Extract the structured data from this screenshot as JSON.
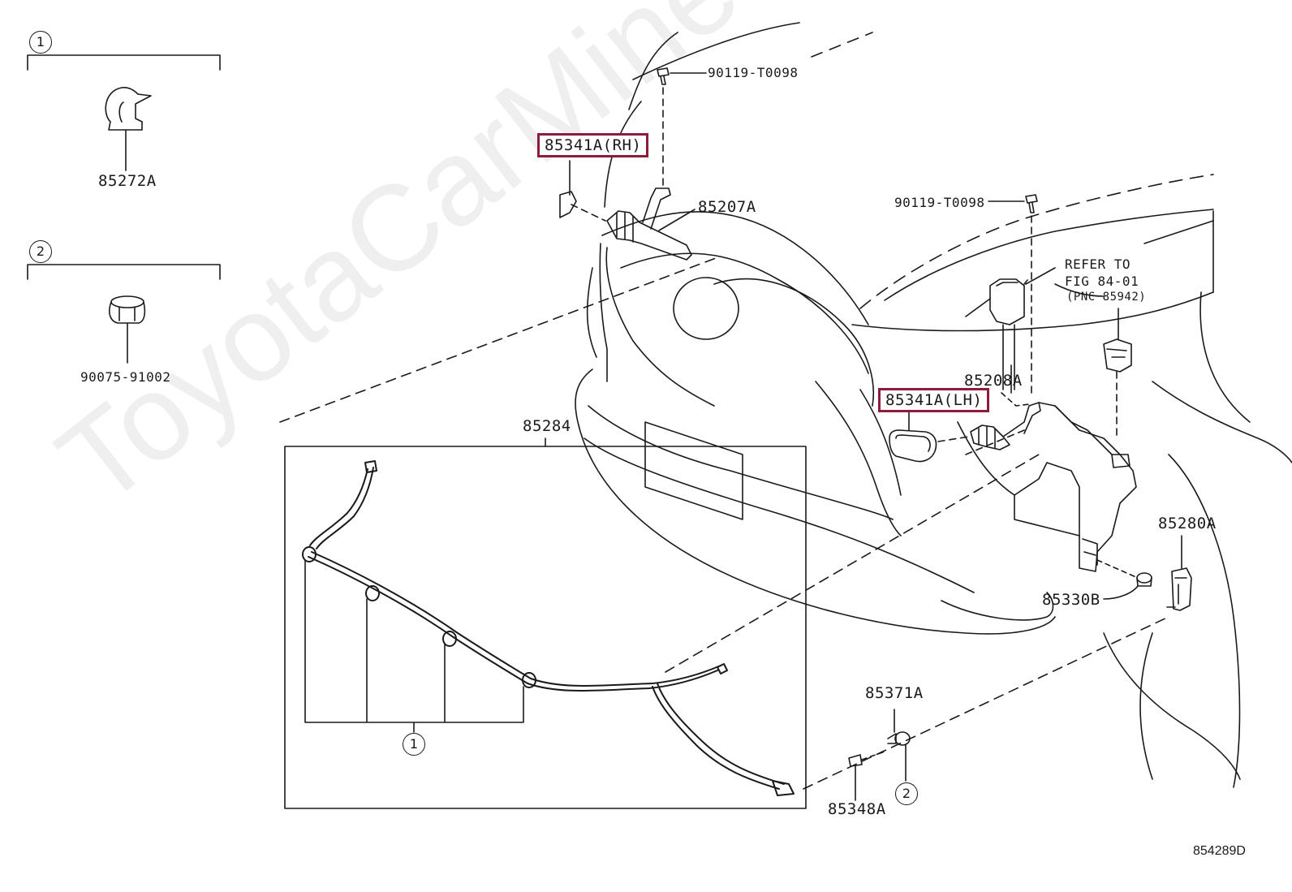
{
  "watermark": "ToyotaCarMine.ru",
  "diagram_code": "854289D",
  "accent_color": "#8c1c3a",
  "legend": {
    "group1": {
      "number": "1",
      "part": "85272A"
    },
    "group2": {
      "number": "2",
      "part": "90075-91002"
    }
  },
  "labels": {
    "bolt_top": "90119-T0098",
    "bolt_mid": "90119-T0098",
    "nozzle_rh": "85341A(RH)",
    "nozzle_lh": "85341A(LH)",
    "p85207a": "85207A",
    "p85208a": "85208A",
    "p85284": "85284",
    "p85280a": "85280A",
    "p85330b": "85330B",
    "p85371a": "85371A",
    "p85348a": "85348A",
    "refer_line1": "REFER TO",
    "refer_line2": "FIG 84-01",
    "refer_line3": "(PNC 85942)"
  },
  "callouts": {
    "hose_clamps": "1",
    "grommet": "2"
  }
}
